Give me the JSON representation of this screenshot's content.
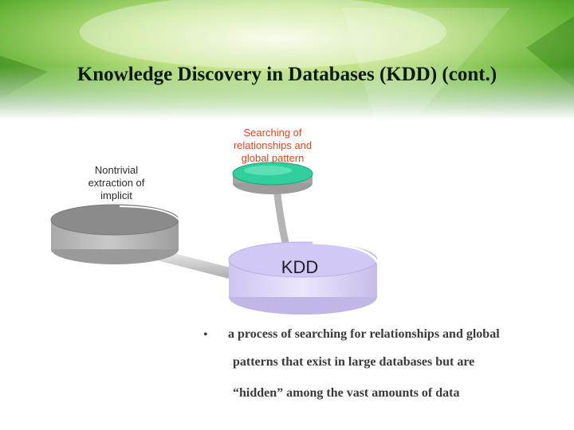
{
  "slide": {
    "title": "Knowledge Discovery in Databases (KDD) (cont.)"
  },
  "diagram": {
    "search_label": "Searching of relationships and global pattern",
    "nontrivial_label": "Nontrivial extraction of implicit",
    "kdd_label": "KDD"
  },
  "body": {
    "bullet": "•",
    "lines": [
      "a process of searching for relationships and global",
      "patterns that exist in large databases  but are",
      "“hidden” among the vast amounts  of data"
    ]
  },
  "colors": {
    "header_green": "#5aa530",
    "teal_disk": "#2fcf9e",
    "gray_disk": "#8c8c8c",
    "lavender_disk": "#cfc4f3"
  }
}
